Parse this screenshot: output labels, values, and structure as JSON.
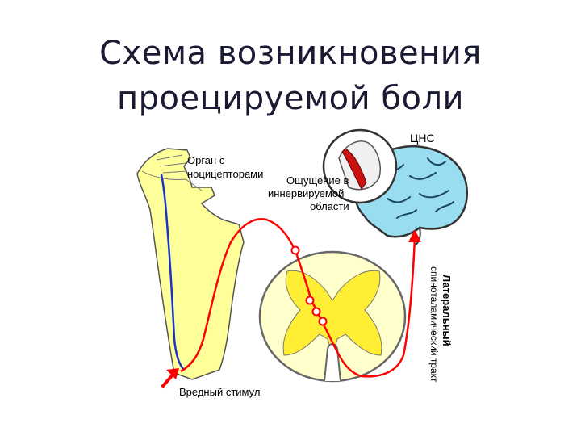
{
  "title": {
    "line1": "Схема возникновения",
    "line2": "проецируемой боли"
  },
  "labels": {
    "cns": "ЦНС",
    "organ_line1": "Орган с",
    "organ_line2": "ноцицепторами",
    "sensation_line1": "Ощущение в",
    "sensation_line2": "иннервируемой",
    "sensation_line3": "области",
    "tract_line1": "Латеральный",
    "tract_line2": "спиноталамический тракт",
    "stimulus": "Вредный стимул"
  },
  "colors": {
    "skin": "#ffff99",
    "brain": "#99ddf0",
    "gray_matter": "#ffee33",
    "nerve_afferent": "#ff0000",
    "nerve_blue": "#1a33cc",
    "outline": "#333333"
  }
}
